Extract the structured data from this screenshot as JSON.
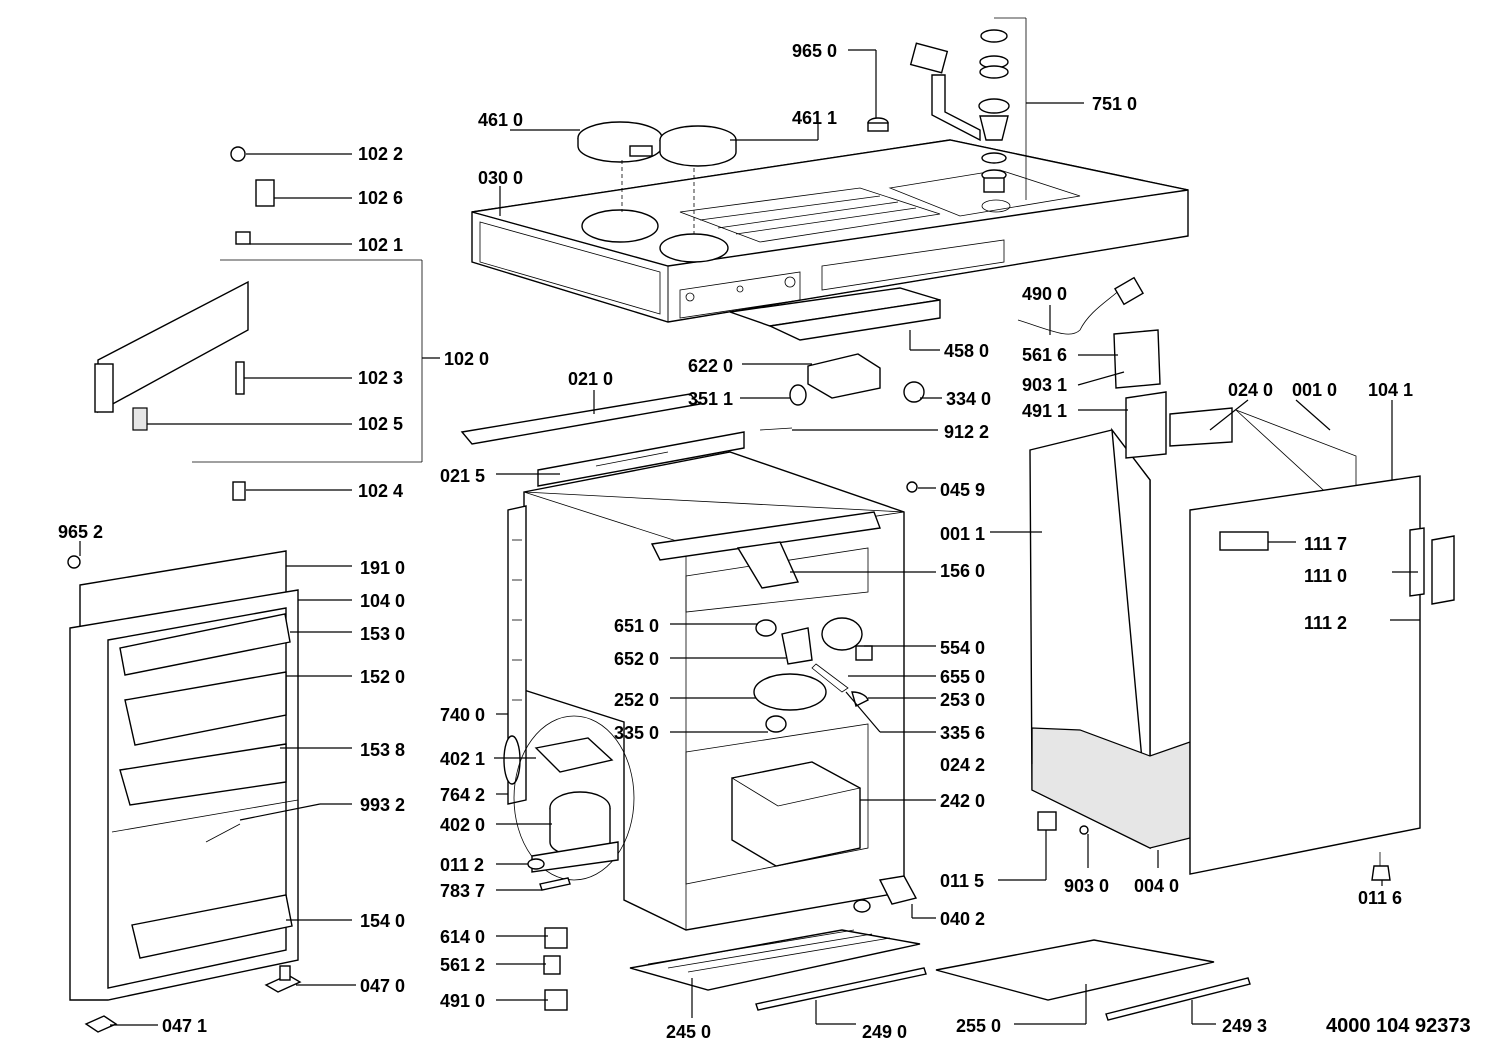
{
  "document_number": "4000 104 92373",
  "labels": [
    "965 0",
    "461 0",
    "461 1",
    "751 0",
    "030 0",
    "102 2",
    "102 6",
    "102 1",
    "102 0",
    "102 3",
    "102 5",
    "102 4",
    "490 0",
    "458 0",
    "561 6",
    "903 1",
    "491 1",
    "024 0",
    "001 0",
    "104 1",
    "021 0",
    "622 0",
    "351 1",
    "334 0",
    "912 2",
    "021 5",
    "045 9",
    "001 1",
    "965 2",
    "191 0",
    "104 0",
    "153 0",
    "152 0",
    "156 0",
    "111 7",
    "111 0",
    "111 2",
    "651 0",
    "652 0",
    "554 0",
    "655 0",
    "252 0",
    "253 0",
    "740 0",
    "335 0",
    "335 6",
    "402 1",
    "024 2",
    "153 8",
    "764 2",
    "242 0",
    "993 2",
    "402 0",
    "011 2",
    "783 7",
    "011 5",
    "903 0",
    "004 0",
    "011 6",
    "154 0",
    "614 0",
    "040 2",
    "561 2",
    "047 0",
    "491 0",
    "047 1",
    "245 0",
    "249 0",
    "255 0",
    "249 3"
  ]
}
